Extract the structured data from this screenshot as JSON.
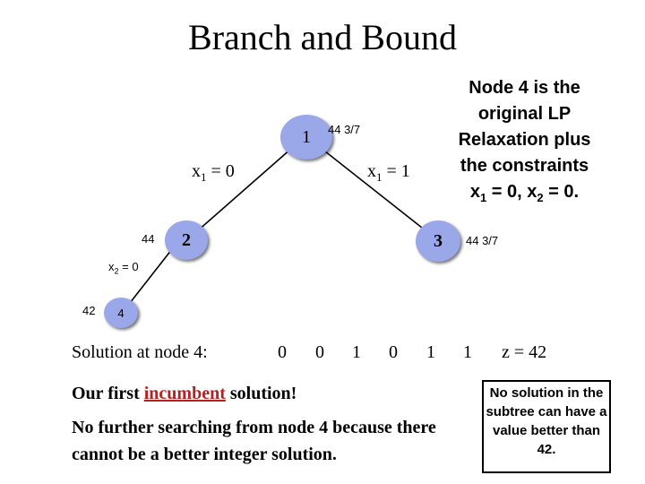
{
  "title": "Branch and Bound",
  "tree": {
    "nodes": [
      {
        "id": "1",
        "bound": "44 3/7"
      },
      {
        "id": "2",
        "bound": "44"
      },
      {
        "id": "3",
        "bound": "44 3/7"
      },
      {
        "id": "4",
        "bound": "42"
      }
    ],
    "branches": {
      "left": {
        "var": "x",
        "sub": "1",
        "rel": " = 0"
      },
      "right": {
        "var": "x",
        "sub": "1",
        "rel": " = 1"
      },
      "node2_left": {
        "var": "x",
        "sub": "2",
        "rel": " = 0"
      }
    }
  },
  "note": {
    "lines": [
      "Node 4 is the",
      "original LP",
      "Relaxation plus",
      "the constraints"
    ],
    "last_line": {
      "p1": "x",
      "sub1": "1",
      "mid": " = 0, x",
      "sub2": "2",
      "end": " = 0."
    }
  },
  "solution": {
    "label": "Solution at node 4:",
    "values": [
      "0",
      "0",
      "1",
      "0",
      "1",
      "1"
    ],
    "z": "z = 42"
  },
  "incumbent": {
    "prefix": "Our first ",
    "word": "incumbent",
    "suffix": " solution!"
  },
  "further": "No further searching from node 4 because there cannot be a better integer solution.",
  "callout": "No solution in the subtree can have a value better than 42."
}
